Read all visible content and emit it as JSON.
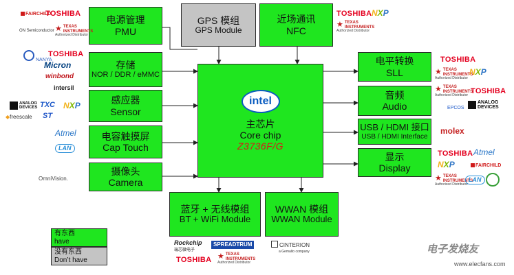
{
  "diagram": {
    "pmu": {
      "cn": "电源管理",
      "en": "PMU"
    },
    "gps": {
      "cn": "GPS 模组",
      "en": "GPS Module"
    },
    "nfc": {
      "cn": "近场通讯",
      "en": "NFC"
    },
    "storage": {
      "cn": "存储",
      "en": "NOR / DDR / eMMC"
    },
    "sensor": {
      "cn": "感应器",
      "en": "Sensor"
    },
    "touch": {
      "cn": "电容触摸屏",
      "en": "Cap Touch"
    },
    "camera": {
      "cn": "摄像头",
      "en": "Camera"
    },
    "core": {
      "cn": "主芯片",
      "en": "Core chip",
      "model": "Z3736F/G",
      "logo": "intel"
    },
    "sll": {
      "cn": "电平转换",
      "en": "SLL"
    },
    "audio": {
      "cn": "音频",
      "en": "Audio"
    },
    "usb": {
      "cn": "USB / HDMI 接口",
      "en": "USB / HDMI Interface"
    },
    "display": {
      "cn": "显示",
      "en": "Display"
    },
    "bt": {
      "cn": "蓝牙 + 无线模组",
      "en": "BT + WiFi Module"
    },
    "wwan": {
      "cn": "WWAN 模组",
      "en": "WWAN Module"
    },
    "legend": {
      "have": {
        "cn": "有东西",
        "en": "have"
      },
      "dont_have": {
        "cn": "没有东西",
        "en": "Don’t have"
      }
    }
  },
  "logos": {
    "toshiba": "TOSHIBA",
    "fairchild": "FAIRCHILD",
    "onsemi": "ON Semiconductor",
    "ti_1": "TEXAS",
    "ti_2": "INSTRUMENTS",
    "ti_3": "Authorized Distributor",
    "nxp_n": "N",
    "nxp_x": "X",
    "nxp_p": "P",
    "micron": "Micron",
    "winbond": "winbond",
    "intersil": "intersil",
    "adi_1": "ANALOG",
    "adi_2": "DEVICES",
    "txc": "TXC",
    "st": "ST",
    "freescale": "freescale",
    "atmel": "Atmel",
    "lan": "LAN",
    "omnivision": "OmniVision.",
    "molex": "molex",
    "epcos": "EPCOS",
    "rockchip": "Rockchip",
    "rockchip_cn": "瑞芯微电子",
    "spreadtrum": "SPREADTRUM",
    "cinterion": "CINTERION",
    "cinterion_sub": "a Gemalto company",
    "nanya": "NANYA"
  },
  "watermark": {
    "text": "电子发烧友",
    "url": "www.elecfans.com"
  },
  "colors": {
    "have": "#1fe61f",
    "dont_have": "#c4c4c4",
    "core_model": "#d81818",
    "toshiba": "#e4001f"
  }
}
